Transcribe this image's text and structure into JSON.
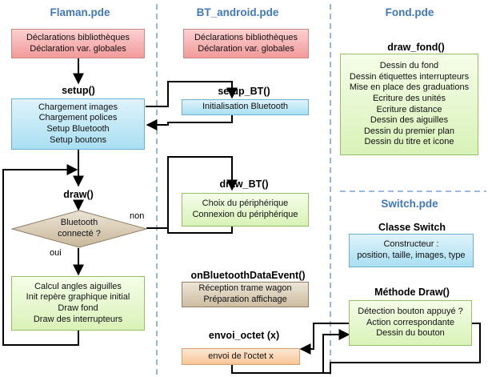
{
  "columns": {
    "flaman": "Flaman.pde",
    "bt_android": "BT_android.pde",
    "fond": "Fond.pde",
    "switch": "Switch.pde"
  },
  "flaman": {
    "decl_box": [
      "Déclarations bibliothèques",
      "Déclaration var. globales"
    ],
    "setup_title": "setup()",
    "setup_box": [
      "Chargement images",
      "Chargement polices",
      "Setup Bluetooth",
      "Setup boutons"
    ],
    "draw_title": "draw()",
    "decision": [
      "Bluetooth",
      "connecté ?"
    ],
    "label_oui": "oui",
    "label_non": "non",
    "draw_box": [
      "Calcul angles aiguilles",
      "Init repère graphique initial",
      "Draw fond",
      "Draw  des interrupteurs"
    ]
  },
  "bt_android": {
    "decl_box": [
      "Déclarations bibliothèques",
      "Déclaration var. globales"
    ],
    "setup_title": "setup_BT()",
    "setup_box": [
      "Initialisation Bluetooth"
    ],
    "draw_title": "draw_BT()",
    "draw_box": [
      "Choix du périphérique",
      "Connexion du périphérique"
    ],
    "event_title": "onBluetoothDataEvent()",
    "event_box": [
      "Réception trame wagon",
      "Préparation affichage"
    ],
    "envoi_title": "envoi_octet (x)",
    "envoi_box": [
      "envoi de l'octet x"
    ]
  },
  "fond": {
    "title": "draw_fond()",
    "box": [
      "Dessin du fond",
      "Dessin étiquettes interrupteurs",
      "Mise en place des graduations",
      "Ecriture des unités",
      "Ecriture distance",
      "Dessin des aiguilles",
      "Dessin du premier plan",
      "Dessin du titre et icone"
    ]
  },
  "switch": {
    "class_title": "Classe Switch",
    "constructor_box": [
      "Constructeur :",
      "position, taille, images, type"
    ],
    "method_title": "Méthode Draw()",
    "method_box": [
      "Détection bouton appuyé ?",
      "Action correspondante",
      "Dessin du bouton"
    ]
  },
  "colors": {
    "header_blue": "#3f78bd",
    "divider_blue": "#5b8fd0",
    "red_box": "#f6b3b3",
    "blue_box": "#c2e9f7",
    "green_box": "#e6f7cf",
    "tan_box": "#ddd0bb",
    "orange_box": "#fbd7b3"
  }
}
